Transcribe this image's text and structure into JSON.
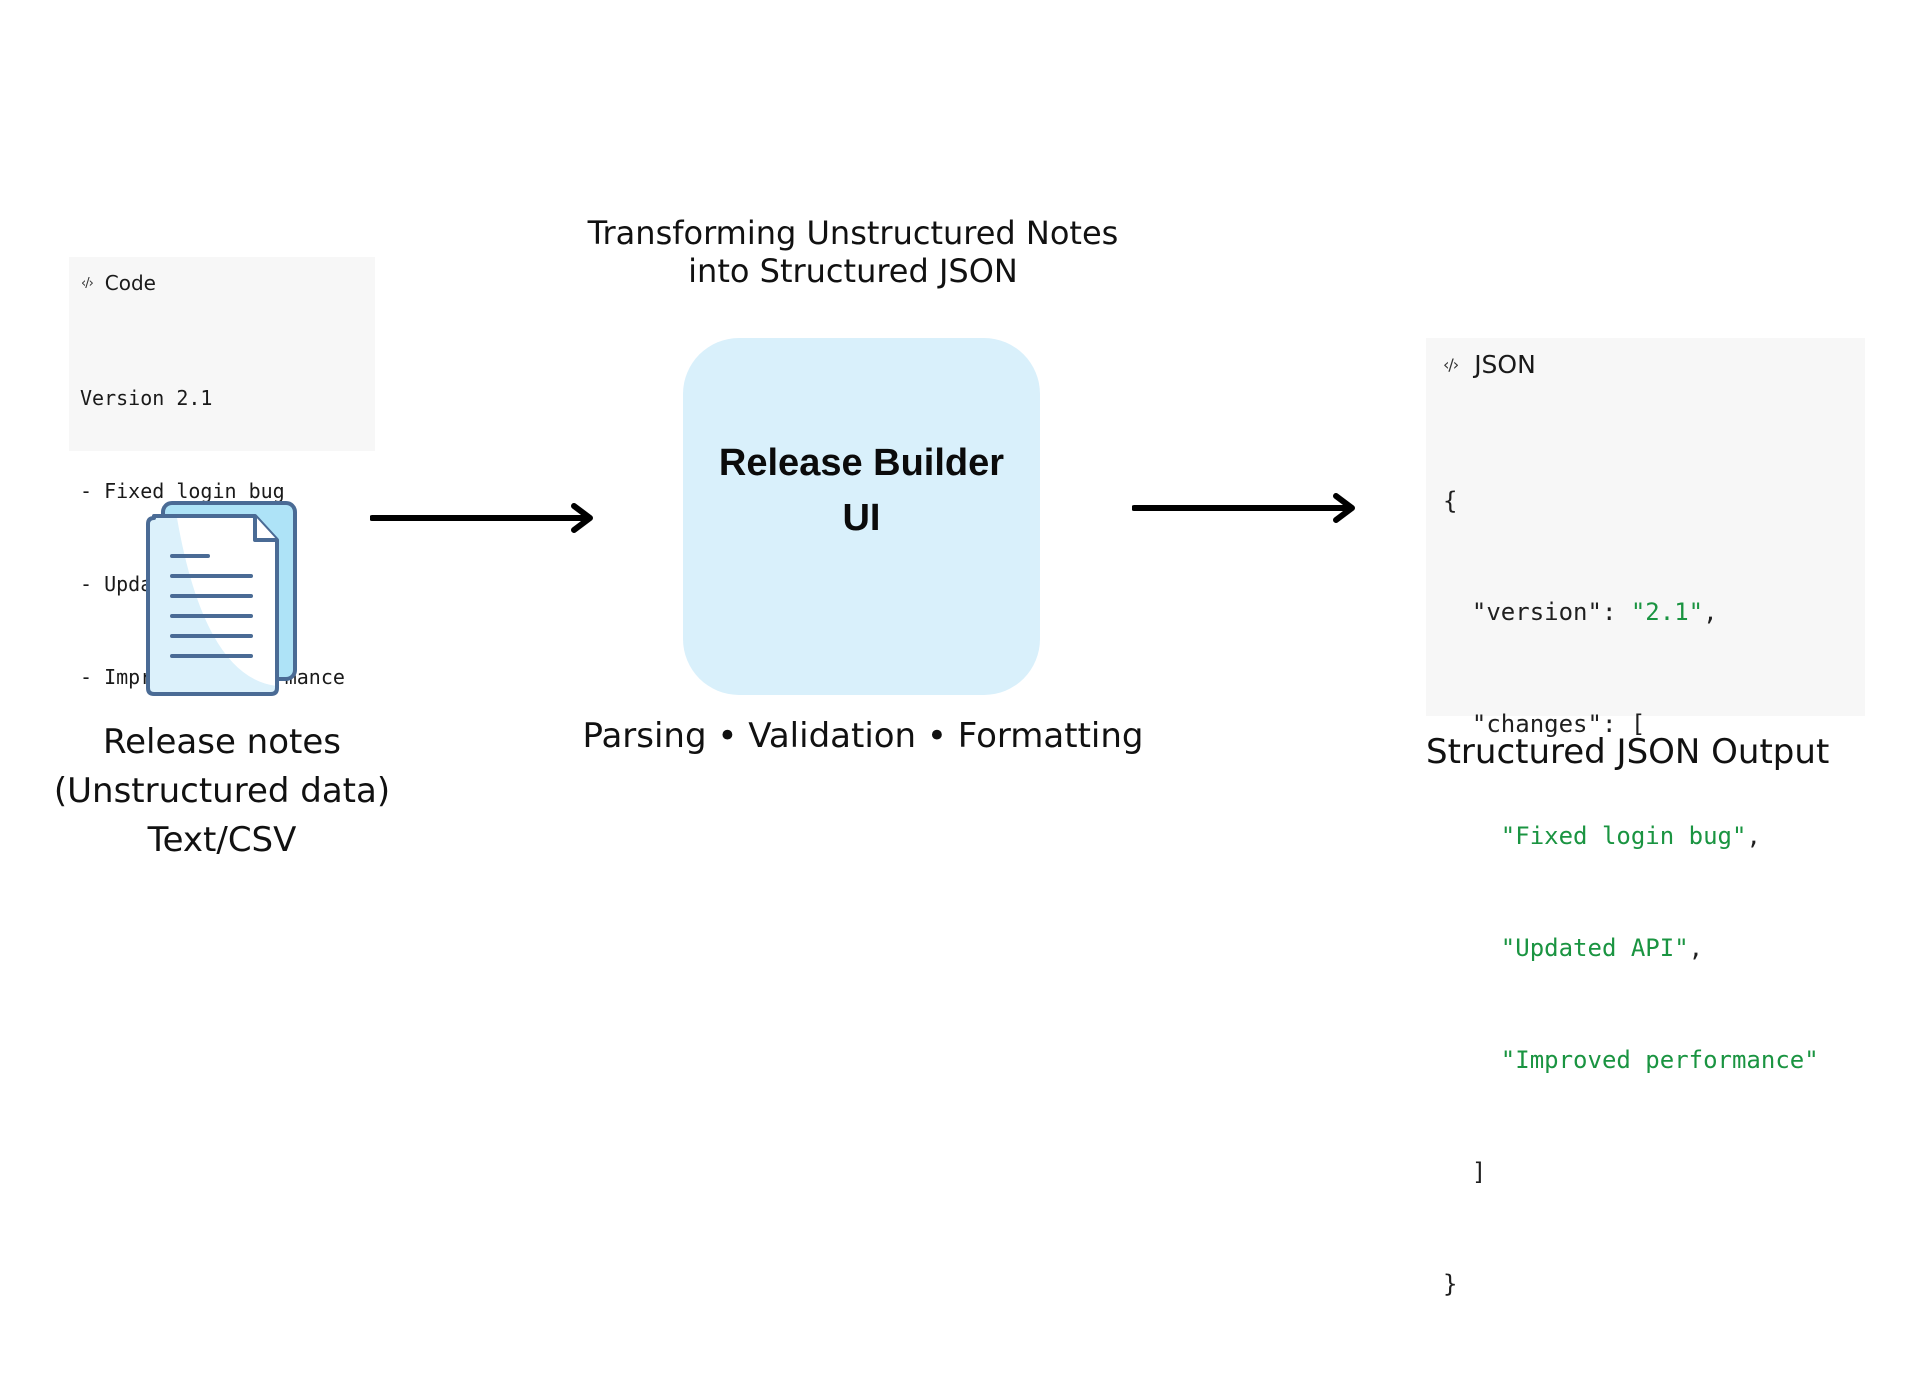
{
  "title": {
    "line1": "Transforming Unstructured Notes",
    "line2": "into Structured JSON"
  },
  "input_card": {
    "icon": "code-brackets-icon",
    "glyph": "‹/›",
    "header": "Code",
    "lines": [
      "Version 2.1",
      "- Fixed login bug",
      "- Updated API",
      "- Improved performance"
    ]
  },
  "input_caption": {
    "line1": "Release notes",
    "line2": "(Unstructured data)",
    "line3": "Text/CSV"
  },
  "process": {
    "label_line1": "Release Builder",
    "label_line2": "UI",
    "subtitle": "Parsing • Validation • Formatting",
    "fill_color": "#d9f0fb"
  },
  "output_card": {
    "icon": "code-brackets-icon",
    "glyph": "‹/›",
    "header": "JSON",
    "open_brace": "{",
    "version_key": "\"version\": ",
    "version_value": "\"2.1\"",
    "version_comma": ",",
    "changes_key": "\"changes\": [",
    "changes": [
      {
        "value": "\"Fixed login bug\"",
        "sep": ","
      },
      {
        "value": "\"Updated API\"",
        "sep": ","
      },
      {
        "value": "\"Improved performance\"",
        "sep": ""
      }
    ],
    "close_bracket": "]",
    "close_brace": "}",
    "string_color": "#1a9441"
  },
  "output_caption": "Structured JSON Output",
  "colors": {
    "doc_stroke": "#4a6b95",
    "doc_back_fill": "#aee3f7",
    "doc_front_shade": "#dcf1fb",
    "card_bg": "#f7f7f7"
  }
}
